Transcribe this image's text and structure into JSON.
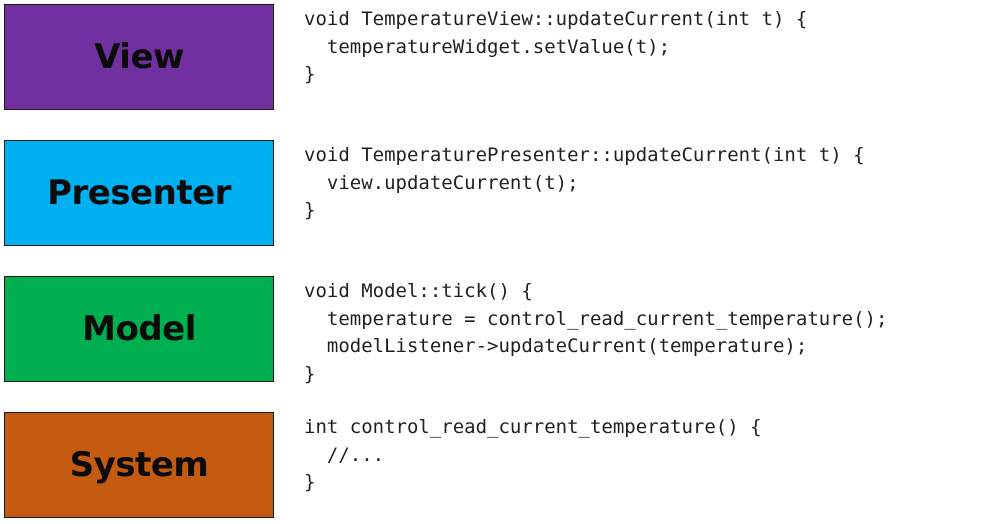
{
  "layers": [
    {
      "label": "View",
      "color": "#7030a0",
      "code": [
        "void TemperatureView::updateCurrent(int t) {",
        "  temperatureWidget.setValue(t);",
        "}"
      ]
    },
    {
      "label": "Presenter",
      "color": "#00b0f0",
      "code": [
        "void TemperaturePresenter::updateCurrent(int t) {",
        "  view.updateCurrent(t);",
        "}"
      ]
    },
    {
      "label": "Model",
      "color": "#00b050",
      "code": [
        "void Model::tick() {",
        "  temperature = control_read_current_temperature();",
        "  modelListener->updateCurrent(temperature);",
        "}"
      ]
    },
    {
      "label": "System",
      "color": "#c55a11",
      "code": [
        "int control_read_current_temperature() {",
        "  //...",
        "}"
      ]
    }
  ]
}
